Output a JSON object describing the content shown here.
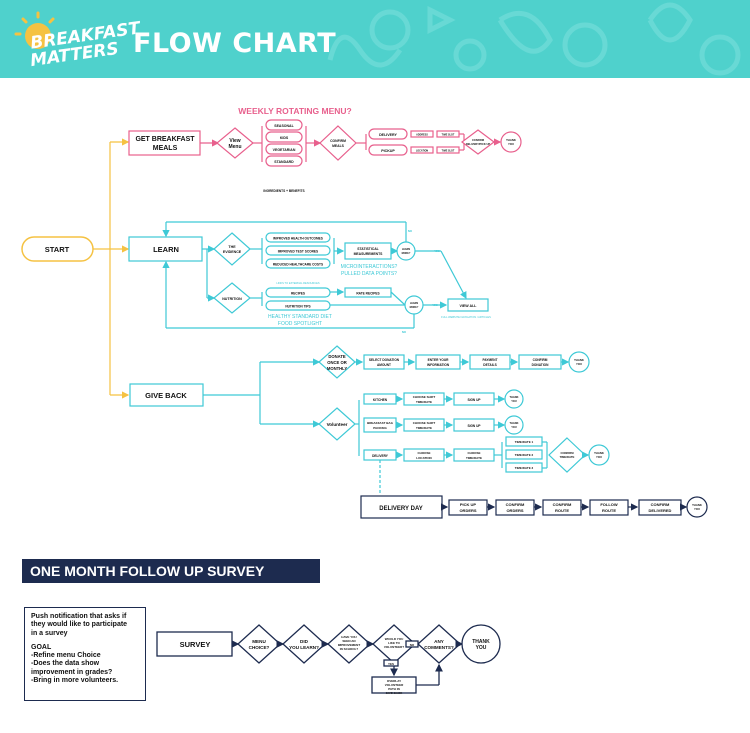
{
  "header": {
    "logo_line1": "BREAKFAST",
    "logo_line2": "MATTERS",
    "title": "FLOW CHART"
  },
  "colors": {
    "header_bg": "#4fd1cc",
    "pink": "#e8608d",
    "teal": "#3ec9d6",
    "yellow": "#f5c242",
    "navy": "#1d2b4f"
  },
  "flow": {
    "start": "START",
    "get_meals": [
      "GET BREAKFAST",
      "MEALS"
    ],
    "view_menu": [
      "View",
      "Menu"
    ],
    "rotating_menu": "WEEKLY ROTATING MENU?",
    "menu_options": [
      "SEASONAL",
      "KIDS",
      "VEGETARIAN",
      "STANDARD"
    ],
    "ingredients": "INGREDIENTS + BENEFITS",
    "confirm_meals": [
      "CONFIRM",
      "MEALS"
    ],
    "delivery": "DELIVERY",
    "pickup": "PICKUP",
    "address": "ADDRESS",
    "location": "LOCATION",
    "time_slot": "TIME SLOT",
    "confirm_delivery": [
      "CONFIRM",
      "DELIVERY/PICK UP"
    ],
    "thank_you": [
      "THANK",
      "YOU"
    ],
    "learn": "LEARN",
    "the_evidence": [
      "THE",
      "EVIDENCE"
    ],
    "evidence_items": [
      "IMPROVED HEALTH OUTCOMES",
      "IMPROVED TEST SCORES",
      "REDUCED HEALTHCARE COSTS"
    ],
    "stat_measure": [
      "STATISTICAL",
      "MEASUREMENTS"
    ],
    "learn_more": [
      "LEARN",
      "MORE?"
    ],
    "yes": "YES",
    "no": "NO",
    "micro_note": [
      "MICROINTERACTIONS?",
      "PULLED DATA POINTS?"
    ],
    "nutrition": "NUTRITION",
    "nutrition_items": [
      "RECIPES",
      "NUTRITION TIPS"
    ],
    "nutrition_note": "LINKS TO EXTERNAL RESOURCES",
    "rate_recipes": "RATE RECIPES",
    "view_all": "VIEW ALL",
    "view_all_note": "FULL WEBSITE NAVIGATION / ARTICLES",
    "healthy_note": [
      "HEALTHY STANDARD DIET",
      "FOOD SPOTLIGHT"
    ],
    "give_back": "GIVE BACK",
    "donate": [
      "DONATE",
      "ONCE OR",
      "MONTHLY"
    ],
    "donate_steps": [
      [
        "SELECT DONATION",
        "AMOUNT"
      ],
      [
        "ENTER YOUR",
        "INFORMATION"
      ],
      [
        "PAYMENT",
        "DETAILS"
      ],
      [
        "CONFIRM",
        "DONATION"
      ]
    ],
    "volunteer": "Volunteer",
    "kitchen": "KITCHEN",
    "bag_packing": [
      "BREAKFAST BAG",
      "PACKING"
    ],
    "vol_delivery": "DELIVERY",
    "choose_shift": [
      "CHOOSE SHIFT",
      "TIME/DATE"
    ],
    "sign_up": "SIGN UP",
    "choose_location": [
      "CHOOSE",
      "LOCATION"
    ],
    "choose_timedate": [
      "CHOOSE",
      "TIME/DATE"
    ],
    "timedates": [
      "TIME/DATE 1",
      "TIME/DATE 2",
      "TIME/DATE 3"
    ],
    "confirm_timedate": [
      "CONFIRM",
      "TIME/DATE"
    ],
    "delivery_day": "DELIVERY DAY",
    "delivery_steps": [
      [
        "PICK UP",
        "ORDERS"
      ],
      [
        "CONFIRM",
        "ORDERS"
      ],
      [
        "CONFIRM",
        "ROUTE"
      ],
      [
        "FOLLOW",
        "ROUTE"
      ],
      [
        "CONFIRM",
        "DELIVERED"
      ]
    ]
  },
  "survey": {
    "heading": "ONE MONTH FOLLOW UP SURVEY",
    "goal_lines": [
      "Push notification that asks if",
      "they would like to participate",
      "in a survey",
      "",
      "GOAL",
      "-Refine menu Choice",
      "-Does the data show",
      "improvement in grades?",
      "-Bring in more volunteers."
    ],
    "survey_label": "SURVEY",
    "questions": [
      [
        "MENU",
        "CHOICE?"
      ],
      [
        "DID",
        "YOU LEARN?"
      ],
      [
        "HAVE YOU",
        "SEEN AN",
        "IMPROVEMENT",
        "IN SCHOOL?"
      ],
      [
        "WOULD YOU",
        "LIKE TO",
        "VOLUNTEER?"
      ],
      [
        "ANY",
        "COMMENTS?"
      ]
    ],
    "yes": "YES",
    "no": "NO",
    "overlay": [
      "OVERLAY",
      "VOLUNTEER",
      "PATH IN",
      "GIVE BACK"
    ],
    "thank_you": [
      "THANK",
      "YOU"
    ]
  }
}
